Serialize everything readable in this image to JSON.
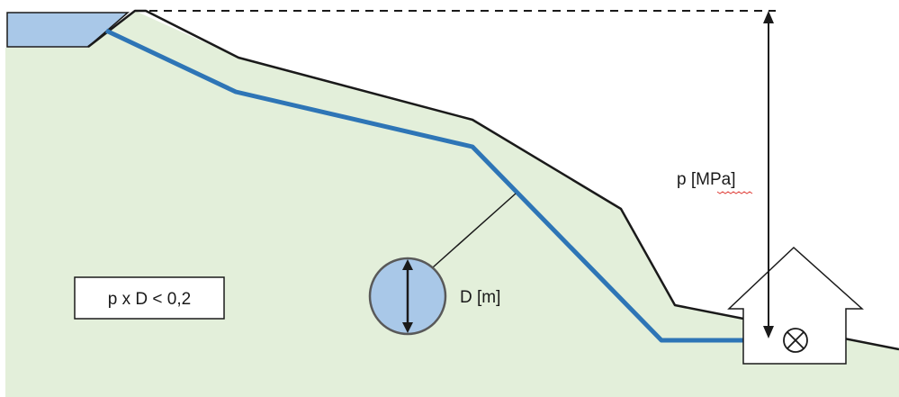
{
  "labels": {
    "pressure": "p [MPa]",
    "diameter": "D [m]",
    "formula": "p x D < 0,2"
  },
  "colors": {
    "hillside": "#e3efda",
    "penstock": "#2e75b6",
    "reservoir": "#a9c8e8",
    "outline": "#1a1a1a"
  },
  "icons": {
    "turbine": "circle-x-icon",
    "powerhouse": "house-icon"
  }
}
